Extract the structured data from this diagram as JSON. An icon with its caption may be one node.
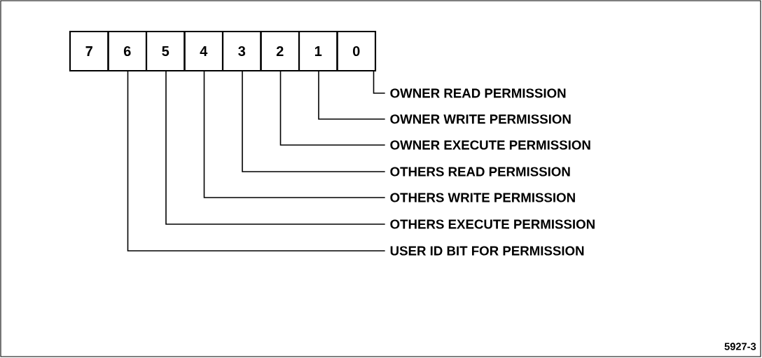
{
  "diagram": {
    "nodes": [
      {
        "text": [
          "7"
        ]
      },
      {
        "text": [
          "6"
        ]
      },
      {
        "text": [
          "5"
        ]
      },
      {
        "text": [
          "4"
        ]
      },
      {
        "text": [
          "3"
        ]
      },
      {
        "text": [
          "2"
        ]
      },
      {
        "text": [
          "1"
        ]
      },
      {
        "text": [
          "0"
        ]
      },
      {
        "text": [
          "OWNER READ PERMISSION"
        ]
      },
      {
        "text": [
          "OWNER WRITE PERMISSION"
        ]
      },
      {
        "text": [
          "OWNER EXECUTE PERMISSION"
        ]
      },
      {
        "text": [
          "OTHERS READ PERMISSION"
        ]
      },
      {
        "text": [
          "OTHERS WRITE PERMISSION"
        ]
      },
      {
        "text": [
          "OTHERS EXECUTE PERMISSION"
        ]
      },
      {
        "text": [
          "USER ID BIT FOR PERMISSION"
        ]
      }
    ],
    "edges": [
      {
        "from": 7,
        "to": 8,
        "arrow": "none"
      },
      {
        "from": 6,
        "to": 9,
        "arrow": "none"
      },
      {
        "from": 5,
        "to": 10,
        "arrow": "none"
      },
      {
        "from": 4,
        "to": 11,
        "arrow": "none"
      },
      {
        "from": 3,
        "to": 12,
        "arrow": "none"
      },
      {
        "from": 2,
        "to": 13,
        "arrow": "none"
      },
      {
        "from": 1,
        "to": 14,
        "arrow": "none"
      }
    ],
    "labels": [
      "5927-3"
    ]
  }
}
